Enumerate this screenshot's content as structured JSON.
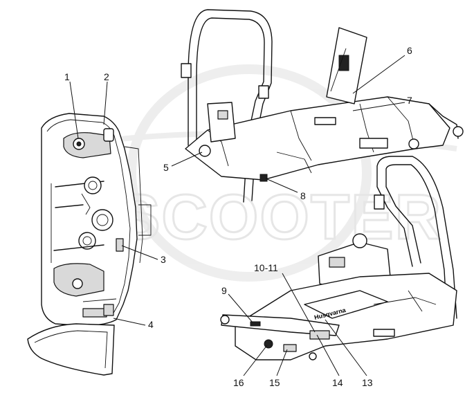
{
  "watermark": {
    "text": "SCOOTER"
  },
  "callouts": {
    "c1": "1",
    "c2": "2",
    "c3": "3",
    "c4": "4",
    "c5": "5",
    "c6": "6",
    "c7": "7",
    "c8": "8",
    "c9": "9",
    "c10_11": "10-11",
    "c13": "13",
    "c14": "14",
    "c15": "15",
    "c16": "16"
  },
  "logo_text": "Husqvarna"
}
